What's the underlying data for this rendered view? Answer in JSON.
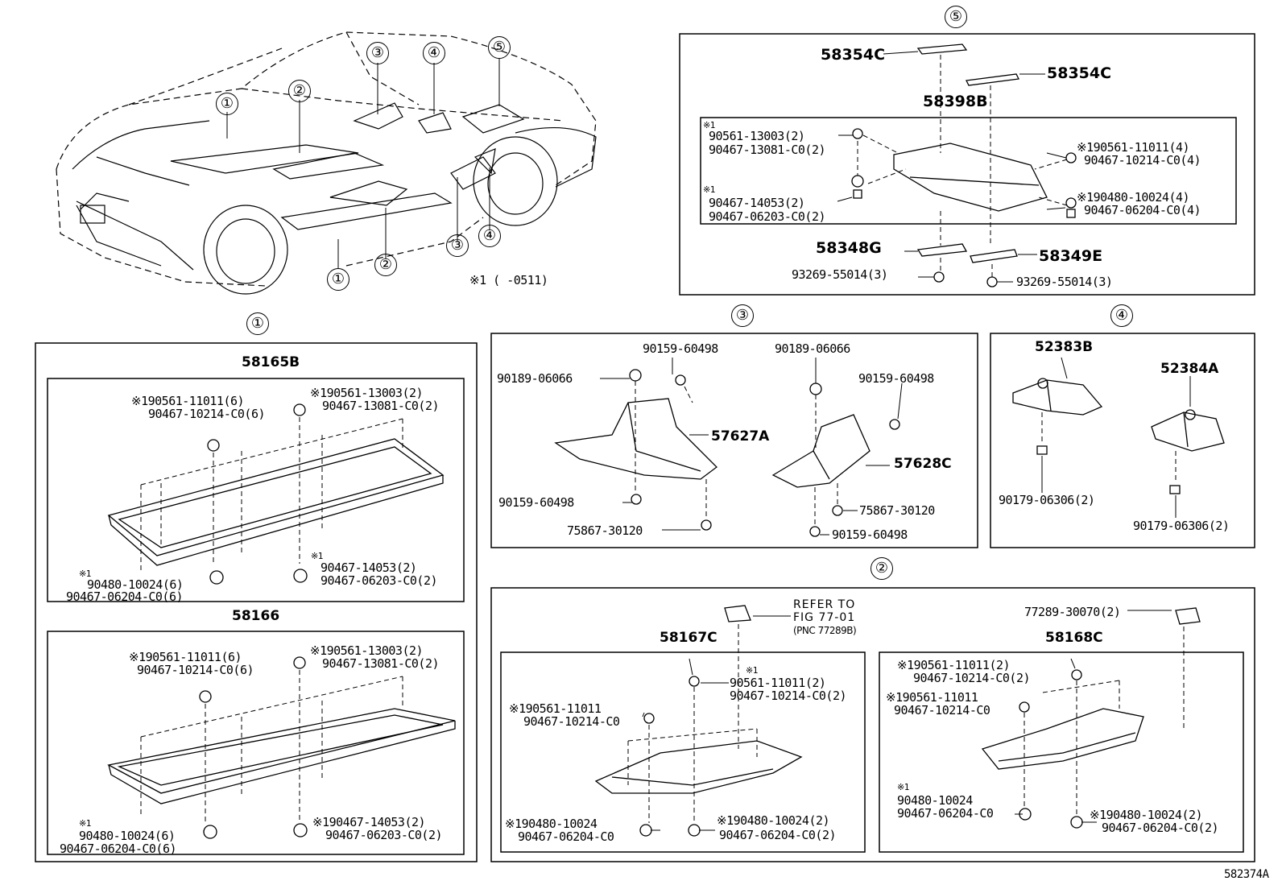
{
  "figure_code": "582374A",
  "applicability_note": "※1 (      -0511)",
  "callouts": [
    "①",
    "②",
    "③",
    "④",
    "⑤"
  ],
  "section1": {
    "group_a": {
      "title": "58165B",
      "l1": "※190561-11011(6)",
      "l2": "90467-10214-C0(6)",
      "l3": "※190561-13003(2)",
      "l4": "90467-13081-C0(2)",
      "l5": "※1",
      "l6": "90467-14053(2)",
      "l7": "90467-06203-C0(2)",
      "l8": "※1",
      "l9": "90480-10024(6)",
      "l10": "90467-06204-C0(6)"
    },
    "group_b": {
      "title": "58166",
      "l1": "※190561-11011(6)",
      "l2": "90467-10214-C0(6)",
      "l3": "※190561-13003(2)",
      "l4": "90467-13081-C0(2)",
      "l5": "※190467-14053(2)",
      "l6": "90467-06203-C0(2)",
      "l7": "※1",
      "l8": "90480-10024(6)",
      "l9": "90467-06204-C0(6)"
    }
  },
  "section2": {
    "refer1": "REFER TO",
    "refer2": "FIG  77-01",
    "refer3": "(PNC 77289B)",
    "clip": "77289-30070(2)",
    "left": {
      "title": "58167C",
      "l1": "※1",
      "l2": "90561-11011(2)",
      "l3": "90467-10214-C0(2)",
      "l4": "※190561-11011",
      "l5": "90467-10214-C0",
      "l6": "※190480-10024",
      "l7": "90467-06204-C0",
      "l8": "※190480-10024(2)",
      "l9": "90467-06204-C0(2)"
    },
    "right": {
      "title": "58168C",
      "l1": "※190561-11011(2)",
      "l2": "90467-10214-C0(2)",
      "l3": "※190561-11011",
      "l4": "90467-10214-C0",
      "l5": "※1",
      "l6": "90480-10024",
      "l7": "90467-06204-C0",
      "l8": "※190480-10024(2)",
      "l9": "90467-06204-C0(2)"
    }
  },
  "section3": {
    "l1": "90159-60498",
    "l2": "90189-06066",
    "l3": "90189-06066",
    "l4": "90159-60498",
    "p1": "57627A",
    "p2": "57628C",
    "l5": "90159-60498",
    "l6": "75867-30120",
    "l7": "75867-30120",
    "l8": "90159-60498"
  },
  "section4": {
    "p1": "52383B",
    "p2": "52384A",
    "l1": "90179-06306(2)",
    "l2": "90179-06306(2)"
  },
  "section5": {
    "p1": "58354C",
    "p2": "58354C",
    "p3": "58398B",
    "p4": "58348G",
    "p5": "58349E",
    "l1": "※1",
    "l2": "90561-13003(2)",
    "l3": "90467-13081-C0(2)",
    "l4": "※1",
    "l5": "90467-14053(2)",
    "l6": "90467-06203-C0(2)",
    "l7": "※190561-11011(4)",
    "l8": "90467-10214-C0(4)",
    "l9": "※190480-10024(4)",
    "l10": "90467-06204-C0(4)",
    "l11": "93269-55014(3)",
    "l12": "93269-55014(3)"
  }
}
